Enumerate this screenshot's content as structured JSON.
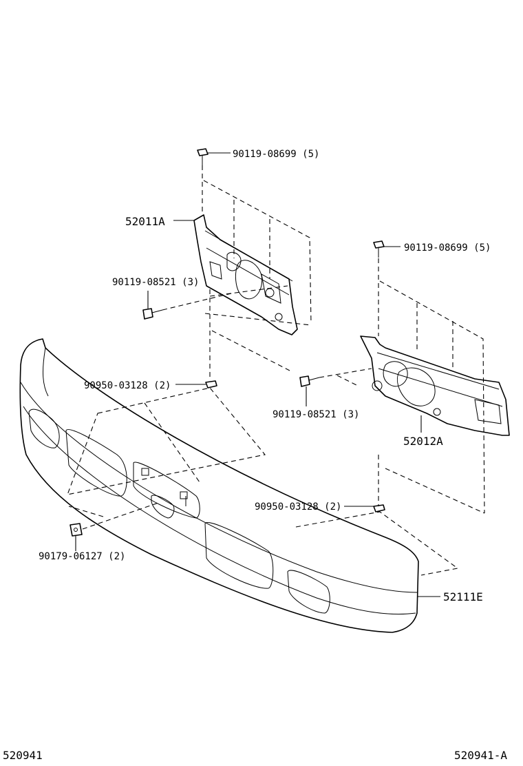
{
  "callouts": {
    "bolt_upper_left": "90119-08699 (5)",
    "bracket_left": "52011A",
    "bolt_side_left": "90119-08521 (3)",
    "retainer_left": "90950-03128 (2)",
    "bolt_upper_right": "90119-08699 (5)",
    "bolt_side_right": "90119-08521 (3)",
    "bracket_right": "52012A",
    "retainer_right": "90950-03128 (2)",
    "clip_nut": "90179-06127 (2)",
    "bumper": "52111E"
  },
  "footer": {
    "left_code": "520941",
    "right_code": "520941-A"
  }
}
